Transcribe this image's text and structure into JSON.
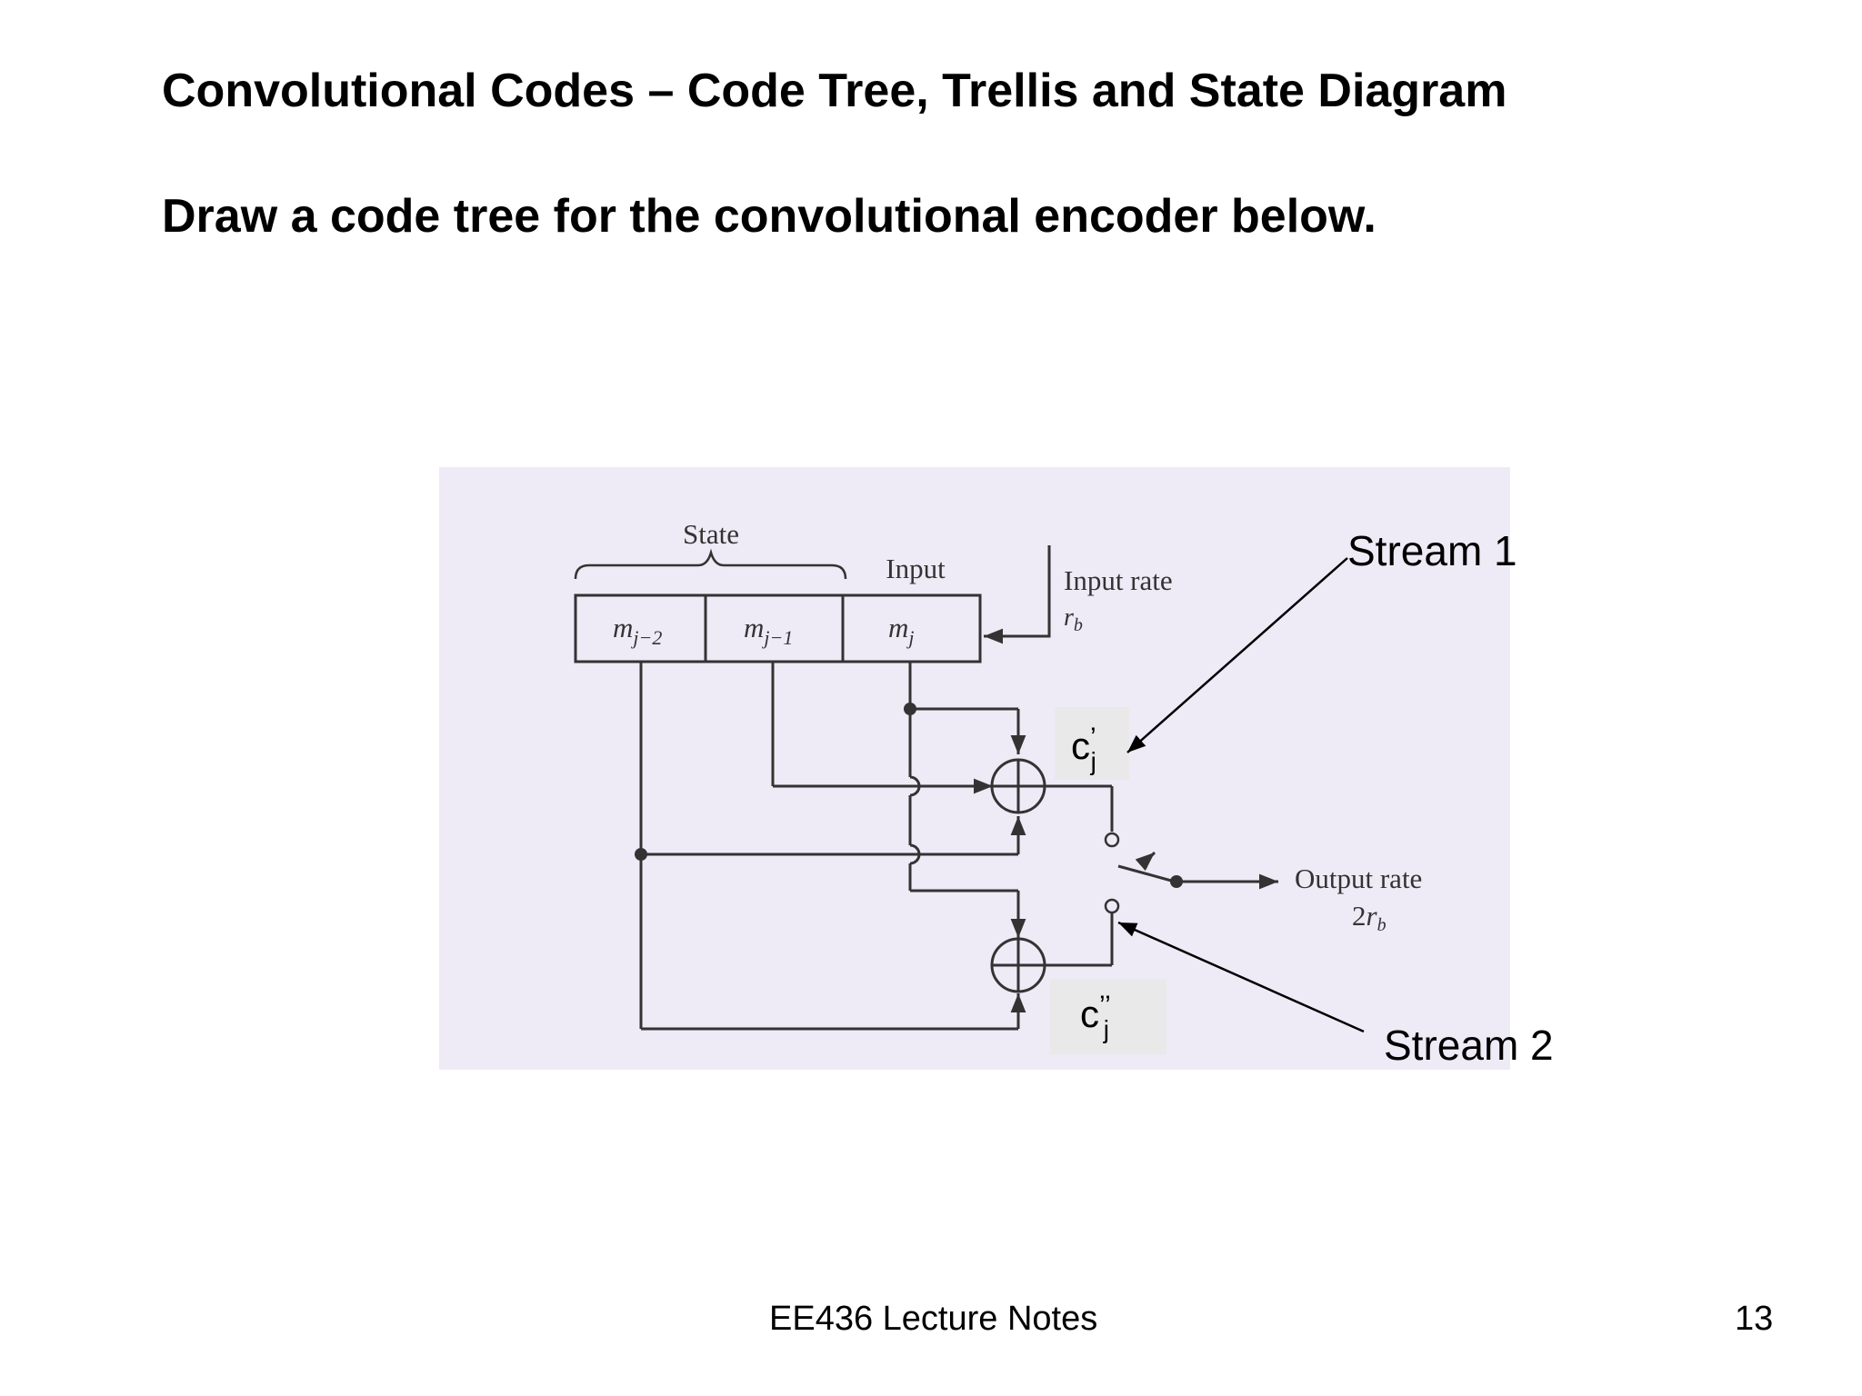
{
  "slide": {
    "title": "Convolutional Codes – Code Tree, Trellis and State Diagram",
    "subtitle": "Draw a code tree for the convolutional encoder below.",
    "footer": "EE436 Lecture Notes",
    "page_number": "13"
  },
  "diagram": {
    "state_label": "State",
    "input_label": "Input",
    "registers": [
      {
        "symbol": "m",
        "sub": "j−2"
      },
      {
        "symbol": "m",
        "sub": "j−1"
      },
      {
        "symbol": "m",
        "sub": "j"
      }
    ],
    "input_rate": {
      "label": "Input rate",
      "symbol": "r",
      "sub": "b"
    },
    "output_rate": {
      "label": "Output rate",
      "prefix": "2",
      "symbol": "r",
      "sub": "b"
    },
    "stream1": "Stream 1",
    "stream2": "Stream 2",
    "c1": {
      "base": "c",
      "prime": "’",
      "sub": "j"
    },
    "c2": {
      "base": "c",
      "prime": "’’",
      "sub": "j"
    }
  },
  "colors": {
    "diagram_background": "#eeeaf6",
    "label_box": "#e9e9e9",
    "line": "#333333"
  }
}
